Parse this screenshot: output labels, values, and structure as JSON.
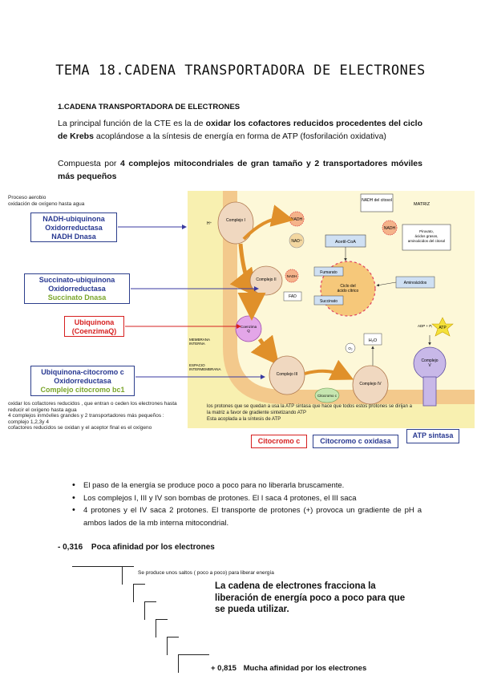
{
  "title": "TEMA 18.CADENA TRANSPORTADORA DE ELECTRONES",
  "section": {
    "heading": "1.CADENA TRANSPORTADORA DE ELECTRONES",
    "para1_a": "La principal función de la CTE es la de ",
    "para1_b": "oxidar los cofactores reducidos procedentes del ciclo de Krebs",
    "para1_c": " acoplándose a la síntesis de energía en forma de ATP (fosforilación oxidativa)",
    "para2_a": "Compuesta por ",
    "para2_b": "4 complejos mitocondriales de gran tamaño y 2 transportadores móviles más pequeños"
  },
  "side_notes": {
    "top": "Proceso aerobio\noxidación de oxígeno hasta agua",
    "bottom": "oxidar los cofactores reducidos , que entran o ceden los electrones hasta reducir el oxígeno hasta agua\n4 complejos inmóviles grandes y 2 transportadores más pequeños : complejo 1,2,3y 4\ncofactores reducidos se oxidan y el aceptor final es el oxígeno"
  },
  "labels": {
    "c1_l1": "NADH-ubiquinona",
    "c1_l2": "Oxidorreductasa",
    "c1_l3": "NADH Dnasa",
    "c2_l1": "Succinato-ubiquinona",
    "c2_l2": "Oxidorreductasa",
    "c2_l3": "Succinato Dnasa",
    "ubi_l1": "Ubiquinona",
    "ubi_l2": "(CoenzimaQ)",
    "c3_l1": "Ubiquinona-citocromo c",
    "c3_l2": "Oxidorreductasa",
    "c3_l3": "Complejo citocromo bc1",
    "cytc": "Citocromo c",
    "cytox": "Citocromo c oxidasa",
    "atps": "ATP sintasa"
  },
  "diagram": {
    "nadh_citosol": "NADH del citosol",
    "matriz": "MATRIZ",
    "nadh1": "NADH",
    "nadh2": "NADH",
    "nadh3": "NADH",
    "nad": "NAD⁺",
    "complejo1": "Complejo I",
    "complejo2": "Complejo II",
    "complejo3": "Complejo III",
    "complejo4": "Complejo IV",
    "complejo5": "Complejo V",
    "coenzima_q": "Coenzima Q",
    "citocromo": "Citocromo c",
    "acetil": "Acetil-CoA",
    "piruvato": "Piruvato, ácidos grasos, aminoácidos del citosol",
    "fumarato": "Fumarato",
    "fad": "FAD",
    "succinato": "Succinato",
    "ciclo": "Ciclo del ácido cítrico",
    "aminoacidos": "Aminoácidos",
    "adp": "ADP + Pᵢ",
    "atp": "ATP",
    "membrana": "MEMBRANA INTERNA",
    "espacio": "ESPACIO INTERMEMBRANA",
    "h2o": "H₂O",
    "o2": "O₂",
    "hplus": "H⁺",
    "note_l1": "los protones que se quedan a usa la ATP sintasa que hace que todos estos protones se dirijan a",
    "note_l2": "la matriz a favor de gradiente sintetizando ATP",
    "note_l3": "Esta acoplada  a la síntesis de ATP"
  },
  "bullets": [
    "El paso de la energía se produce poco a poco para no liberarla bruscamente.",
    "Los complejos I, III y IV son bombas de protones. El I saca 4 protones, el III saca",
    "4 protones y el IV saca 2 protones. El transporte de protones (+) provoca un gradiente de pH a ambos lados de la mb interna mitocondrial."
  ],
  "energy": {
    "top_value": "- 0,316",
    "top_label": "Poca afinidad por los electrones",
    "saltos": "Se produce unos saltos ( poco a poco) para liberar energía",
    "statement": "La cadena de electrones fracciona la liberación de energía poco a poco para que se pueda utilizar.",
    "bottom_value": "+ 0,815",
    "bottom_label": "Mucha afinidad por los electrones"
  },
  "colors": {
    "diagram_bg": "#f8f0b0",
    "matrix_bg": "#fdf8d8",
    "membrane": "#f3c98c",
    "complex": "#f0d8c0",
    "arrow": "#e0902a",
    "blue_label": "#283891",
    "green_label": "#7aa52a",
    "red_label": "#d62020"
  }
}
